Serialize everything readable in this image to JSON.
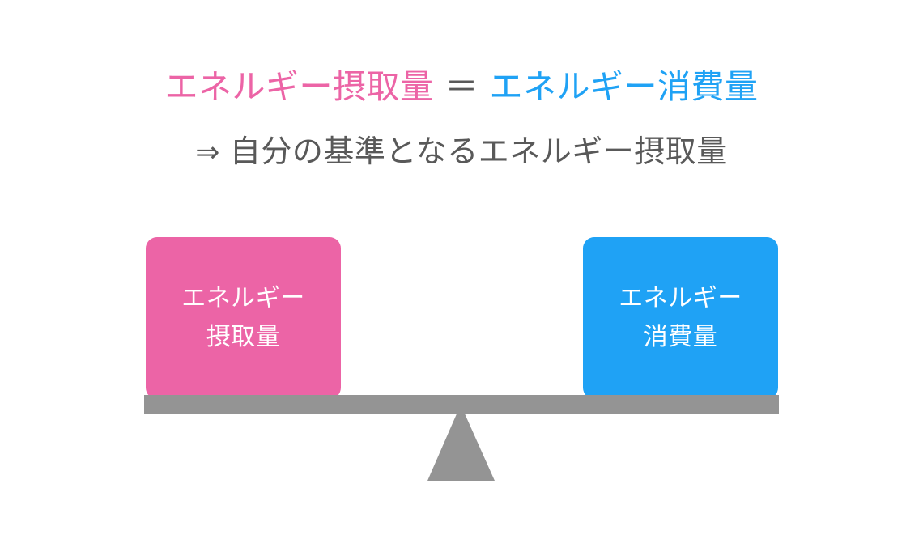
{
  "headline": {
    "line1": {
      "intake_label": "エネルギー摂取量",
      "equals_symbol": "＝",
      "expenditure_label": "エネルギー消費量"
    },
    "line2": {
      "arrow_symbol": "⇒",
      "text": "自分の基準となるエネルギー摂取量"
    }
  },
  "scale": {
    "left_pan": {
      "line1": "エネルギー",
      "line2": "摂取量"
    },
    "right_pan": {
      "line1": "エネルギー",
      "line2": "消費量"
    }
  },
  "colors": {
    "intake_pink": "#ec64a6",
    "expenditure_blue": "#1fa2f5",
    "neutral_gray": "#949494",
    "text_gray": "#595959",
    "background": "#ffffff"
  }
}
